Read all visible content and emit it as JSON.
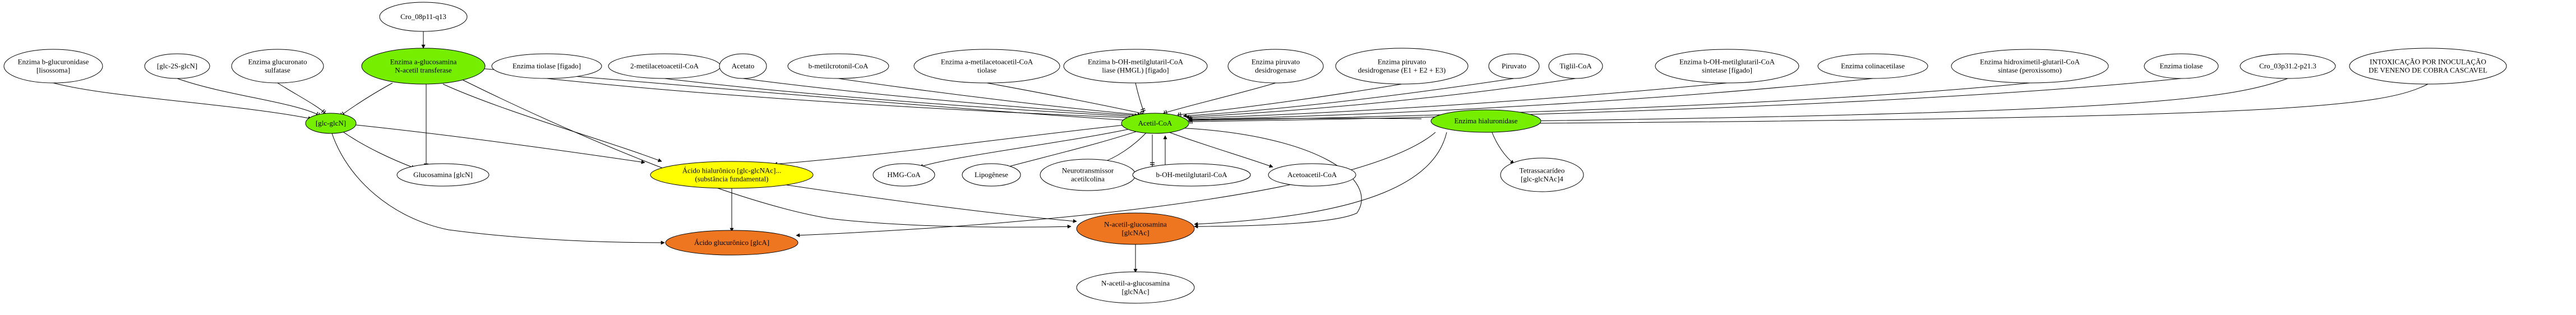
{
  "diagram": {
    "nodes": [
      {
        "id": "cro_08p11",
        "lines": [
          "Cro_08p11-q13"
        ],
        "fill": "#ffffff"
      },
      {
        "id": "enz_bglucuronidase",
        "lines": [
          "Enzima b-glucuronidase",
          "[lisossoma]"
        ],
        "fill": "#ffffff"
      },
      {
        "id": "glc2s_glcn",
        "lines": [
          "[glc-2S-glcN]"
        ],
        "fill": "#ffffff"
      },
      {
        "id": "enz_glucuronato_sulfatase",
        "lines": [
          "Enzima glucuronato",
          "sulfatase"
        ],
        "fill": "#ffffff"
      },
      {
        "id": "enz_aglucosamina",
        "lines": [
          "Enzima a-glucosamina",
          "N-acetil transferase"
        ],
        "fill": "#76ee00"
      },
      {
        "id": "enz_tiolase_figado",
        "lines": [
          "Enzima tiolase [fígado]"
        ],
        "fill": "#ffffff"
      },
      {
        "id": "metilacetoacetil_coa",
        "lines": [
          "2-metilacetoacetil-CoA"
        ],
        "fill": "#ffffff"
      },
      {
        "id": "acetato",
        "lines": [
          "Acetato"
        ],
        "fill": "#ffffff"
      },
      {
        "id": "bmetilcrotonil_coa",
        "lines": [
          "b-metilcrotonil-CoA"
        ],
        "fill": "#ffffff"
      },
      {
        "id": "enz_amac_tiolase",
        "lines": [
          "Enzima a-metilacetoacetil-CoA",
          "tiolase"
        ],
        "fill": "#ffffff"
      },
      {
        "id": "enz_hmgl",
        "lines": [
          "Enzima b-OH-metilglutaril-CoA",
          "liase (HMGL) [fígado]"
        ],
        "fill": "#ffffff"
      },
      {
        "id": "enz_piruvato_desid",
        "lines": [
          "Enzima piruvato",
          "desidrogenase"
        ],
        "fill": "#ffffff"
      },
      {
        "id": "enz_piruvato_desid_e123",
        "lines": [
          "Enzima piruvato",
          "desidrogenase (E1 + E2 + E3)"
        ],
        "fill": "#ffffff"
      },
      {
        "id": "piruvato",
        "lines": [
          "Piruvato"
        ],
        "fill": "#ffffff"
      },
      {
        "id": "tiglil_coa",
        "lines": [
          "Tiglil-CoA"
        ],
        "fill": "#ffffff"
      },
      {
        "id": "enz_hmg_sintetase",
        "lines": [
          "Enzima b-OH-metilglutaril-CoA",
          "sintetase [fígado]"
        ],
        "fill": "#ffffff"
      },
      {
        "id": "enz_colinacetilase",
        "lines": [
          "Enzima colinacetilase"
        ],
        "fill": "#ffffff"
      },
      {
        "id": "enz_hmg_sintase_perox",
        "lines": [
          "Enzima hidroximetil-glutaril-CoA",
          "sintase (peroxissomo)"
        ],
        "fill": "#ffffff"
      },
      {
        "id": "enz_tiolase",
        "lines": [
          "Enzima tiolase"
        ],
        "fill": "#ffffff"
      },
      {
        "id": "cro_03p31",
        "lines": [
          "Cro_03p31.2-p21.3"
        ],
        "fill": "#ffffff"
      },
      {
        "id": "intoxicacao",
        "lines": [
          "INTOXICAÇÃO POR INOCULAÇÃO",
          "DE VENENO DE COBRA CASCAVEL"
        ],
        "fill": "#ffffff"
      },
      {
        "id": "glc_glcn",
        "lines": [
          "[glc-glcN]"
        ],
        "fill": "#76ee00"
      },
      {
        "id": "acetil_coa",
        "lines": [
          "Acetil-CoA"
        ],
        "fill": "#76ee00"
      },
      {
        "id": "enz_hialuronidase",
        "lines": [
          "Enzima hialuronidase"
        ],
        "fill": "#76ee00"
      },
      {
        "id": "glucosamina",
        "lines": [
          "Glucosamina [glcN]"
        ],
        "fill": "#ffffff"
      },
      {
        "id": "acido_hialuronico",
        "lines": [
          "Ácido hialurônico [glc-glcNAc]...",
          "(substância fundamental)"
        ],
        "fill": "#ffff00"
      },
      {
        "id": "hmg_coa",
        "lines": [
          "HMG-CoA"
        ],
        "fill": "#ffffff"
      },
      {
        "id": "lipogenese",
        "lines": [
          "Lipogênese"
        ],
        "fill": "#ffffff"
      },
      {
        "id": "neurotransmissor",
        "lines": [
          "Neurotransmissor",
          "acetilcolina"
        ],
        "fill": "#ffffff"
      },
      {
        "id": "boh_metilglutaril_coa",
        "lines": [
          "b-OH-metilglutaril-CoA"
        ],
        "fill": "#ffffff"
      },
      {
        "id": "acetoacetil_coa",
        "lines": [
          "Acetoacetil-CoA"
        ],
        "fill": "#ffffff"
      },
      {
        "id": "tetrassacarideo",
        "lines": [
          "Tetrassacarídeo",
          "[glc-glcNAc]4"
        ],
        "fill": "#ffffff"
      },
      {
        "id": "acido_glucuronico",
        "lines": [
          "Ácido glucurônico [glcA]"
        ],
        "fill": "#ee7621"
      },
      {
        "id": "n_acetil_glucosamina",
        "lines": [
          "N-acetil-glucosamina",
          "[glcNAc]"
        ],
        "fill": "#ee7621"
      },
      {
        "id": "n_acetil_a_glucosamina",
        "lines": [
          "N-acetil-a-glucosamina",
          "[glcNAc]"
        ],
        "fill": "#ffffff"
      }
    ]
  }
}
